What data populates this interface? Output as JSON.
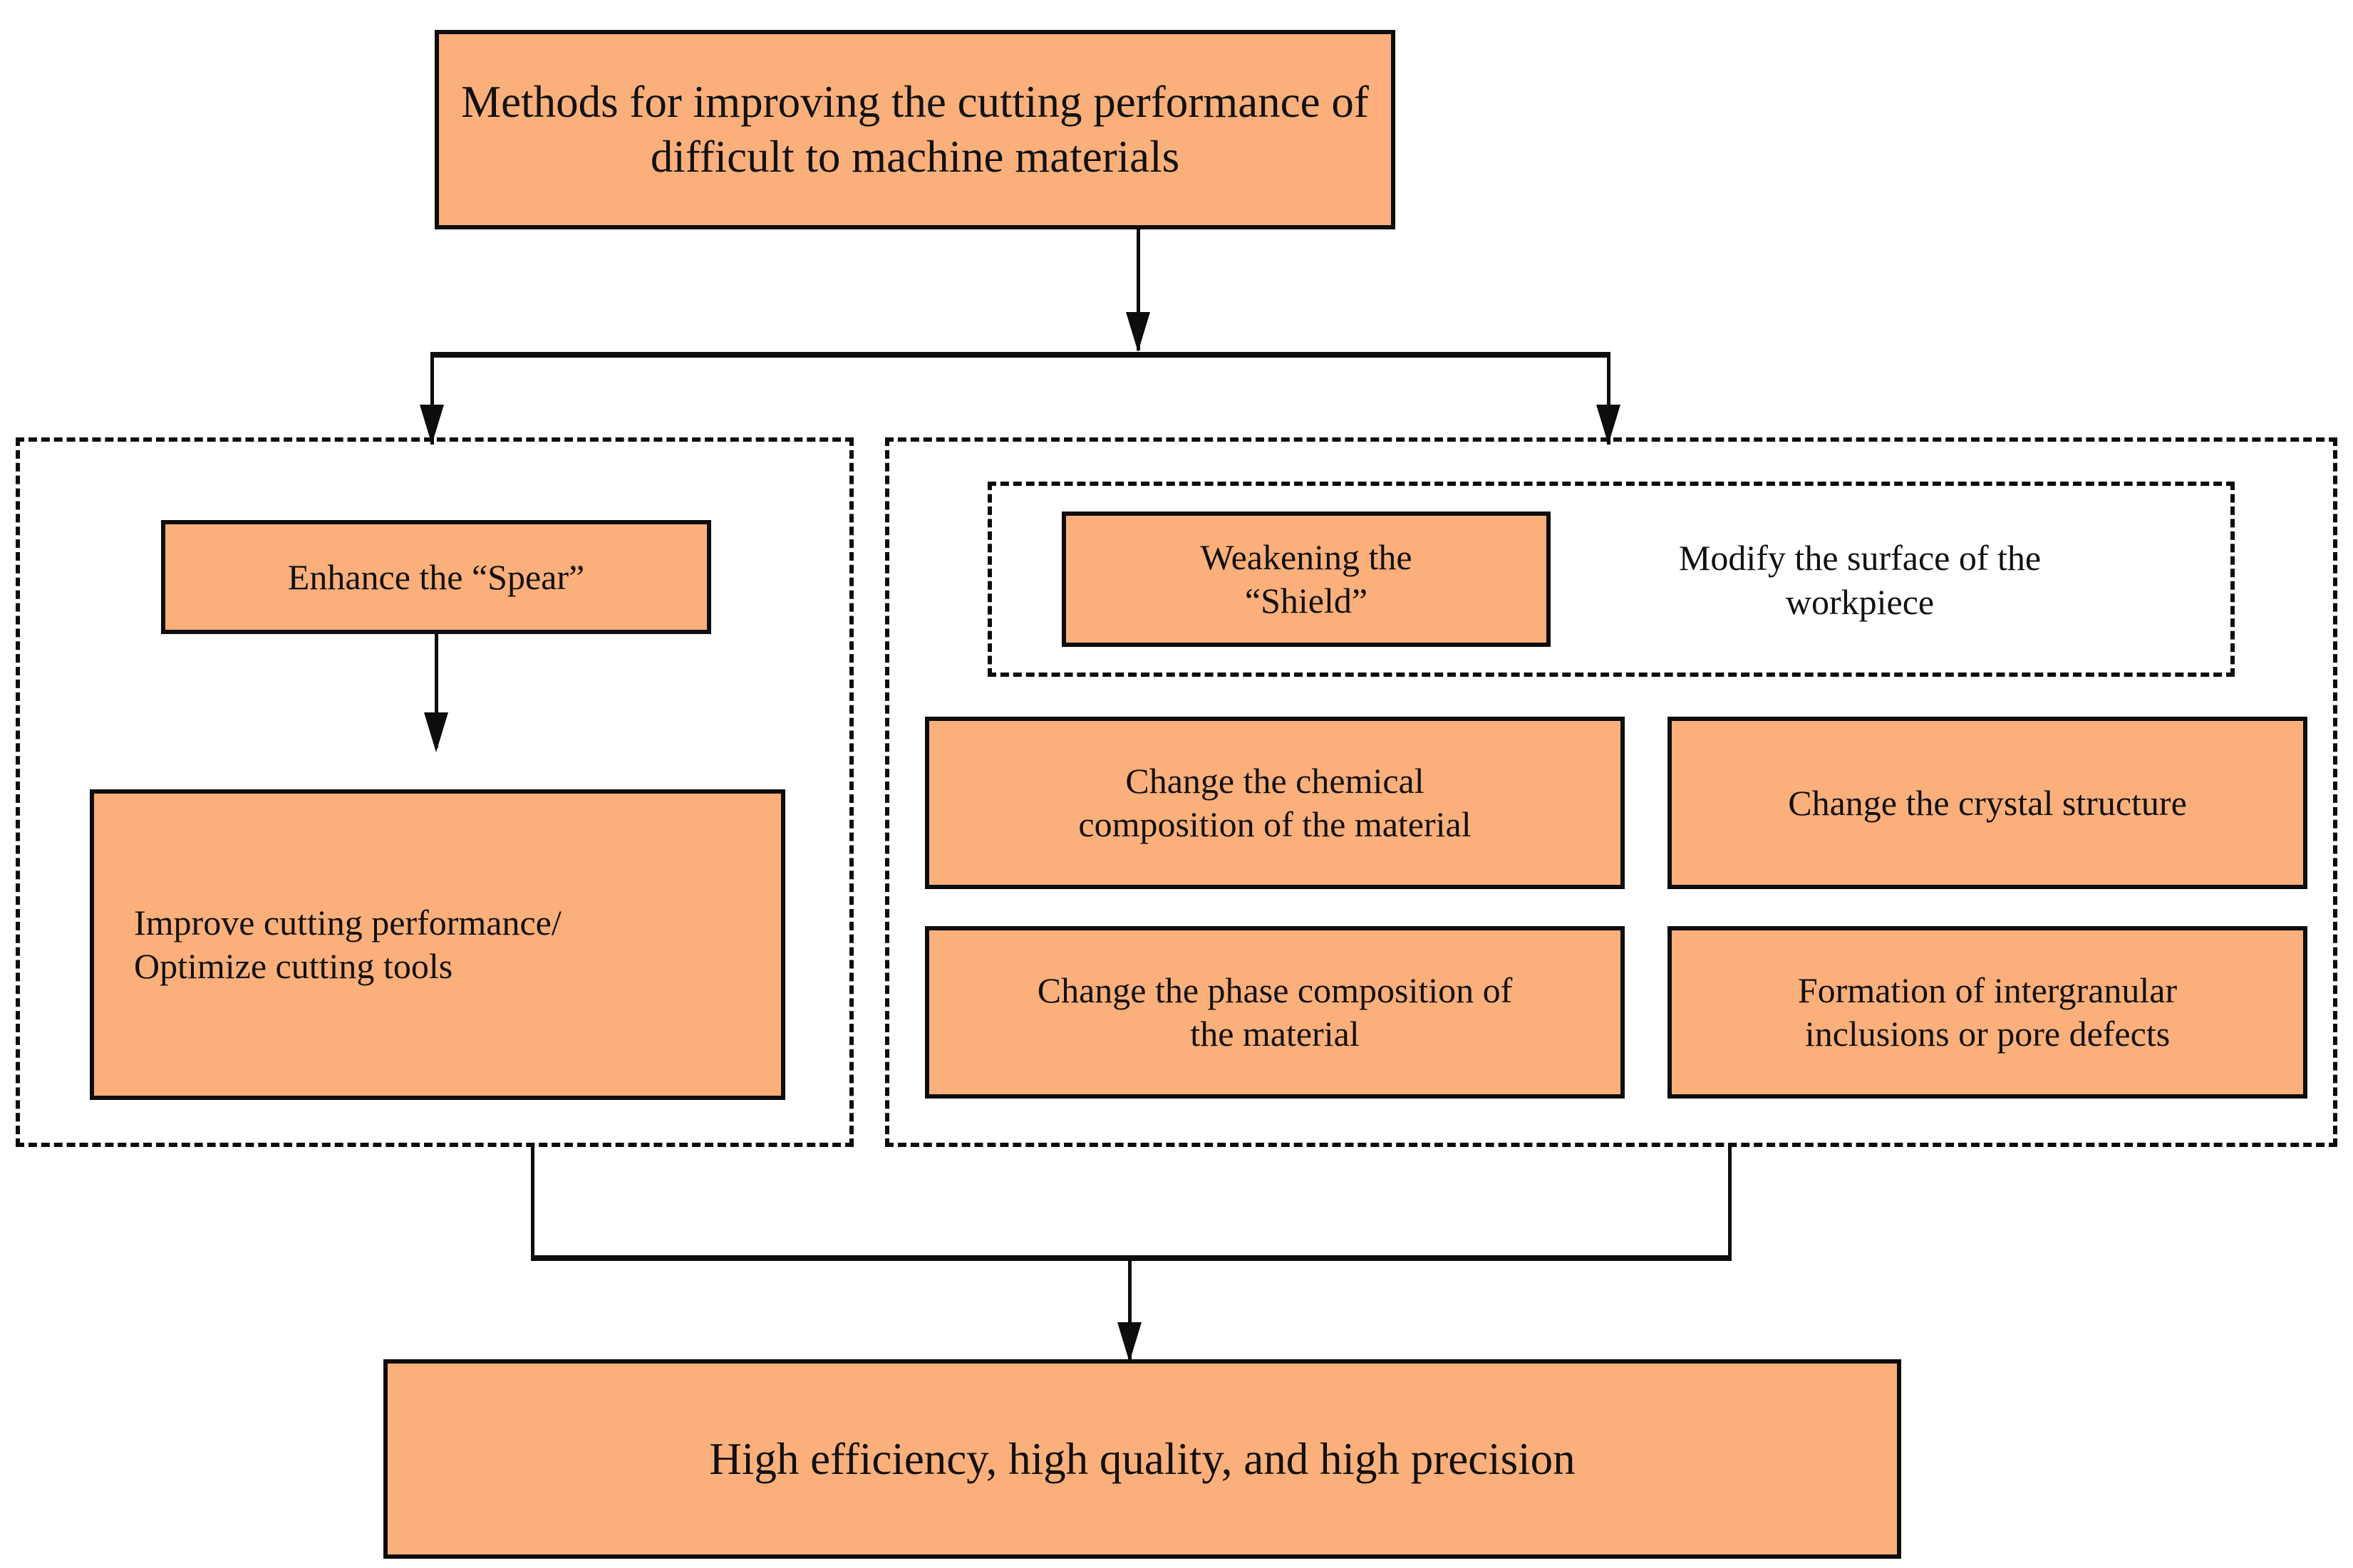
{
  "diagram": {
    "title_node": {
      "label": "Methods for improving the cutting performance of\ndifficult to machine materials"
    },
    "left_branch": {
      "group_name": "spear-group",
      "nodes": [
        {
          "id": "enhance-spear",
          "label": "Enhance the “Spear”"
        },
        {
          "id": "improve-cutting",
          "label": "Improve cutting performance/\nOptimize cutting tools"
        }
      ]
    },
    "right_branch": {
      "group_name": "shield-group",
      "inner_group": {
        "group_name": "surface-modification-group",
        "boxed_node": {
          "id": "weakening-shield",
          "label": "Weakening the\n“Shield”"
        },
        "caption": {
          "id": "modify-surface",
          "label": "Modify the surface of the\nworkpiece"
        }
      },
      "nodes": [
        {
          "id": "change-chemical-composition",
          "label": "Change the chemical\ncomposition of the material"
        },
        {
          "id": "change-crystal-structure",
          "label": "Change the crystal structure"
        },
        {
          "id": "change-phase-composition",
          "label": "Change the phase composition of\nthe material"
        },
        {
          "id": "formation-inclusions",
          "label": "Formation of intergranular\ninclusions or pore defects"
        }
      ]
    },
    "outcome_node": {
      "label": "High efficiency, high quality, and high precision"
    },
    "colors": {
      "node_fill": "#FBAF7B",
      "stroke": "#0D0D0D",
      "background": "#FFFFFF",
      "text": "#111111"
    }
  }
}
